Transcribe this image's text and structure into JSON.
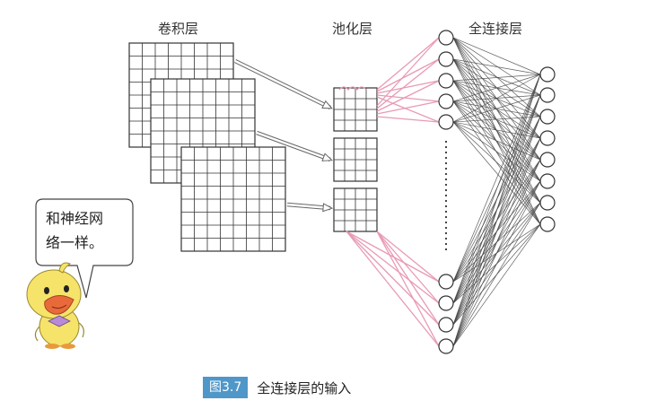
{
  "layers": {
    "conv_label": "卷积层",
    "pool_label": "池化层",
    "fc_label": "全连接层"
  },
  "speech_bubble": {
    "line1": "和神经网",
    "line2": "络一样。"
  },
  "caption": {
    "figure_number": "图3.7",
    "title": "全连接层的输入"
  },
  "colors": {
    "grid_line": "#333333",
    "pink_connection": "#e89ab4",
    "dark_connection": "#444444",
    "caption_badge": "#4f97c9",
    "duck_yellow": "#f6e36a",
    "duck_beak": "#e86a3a"
  }
}
